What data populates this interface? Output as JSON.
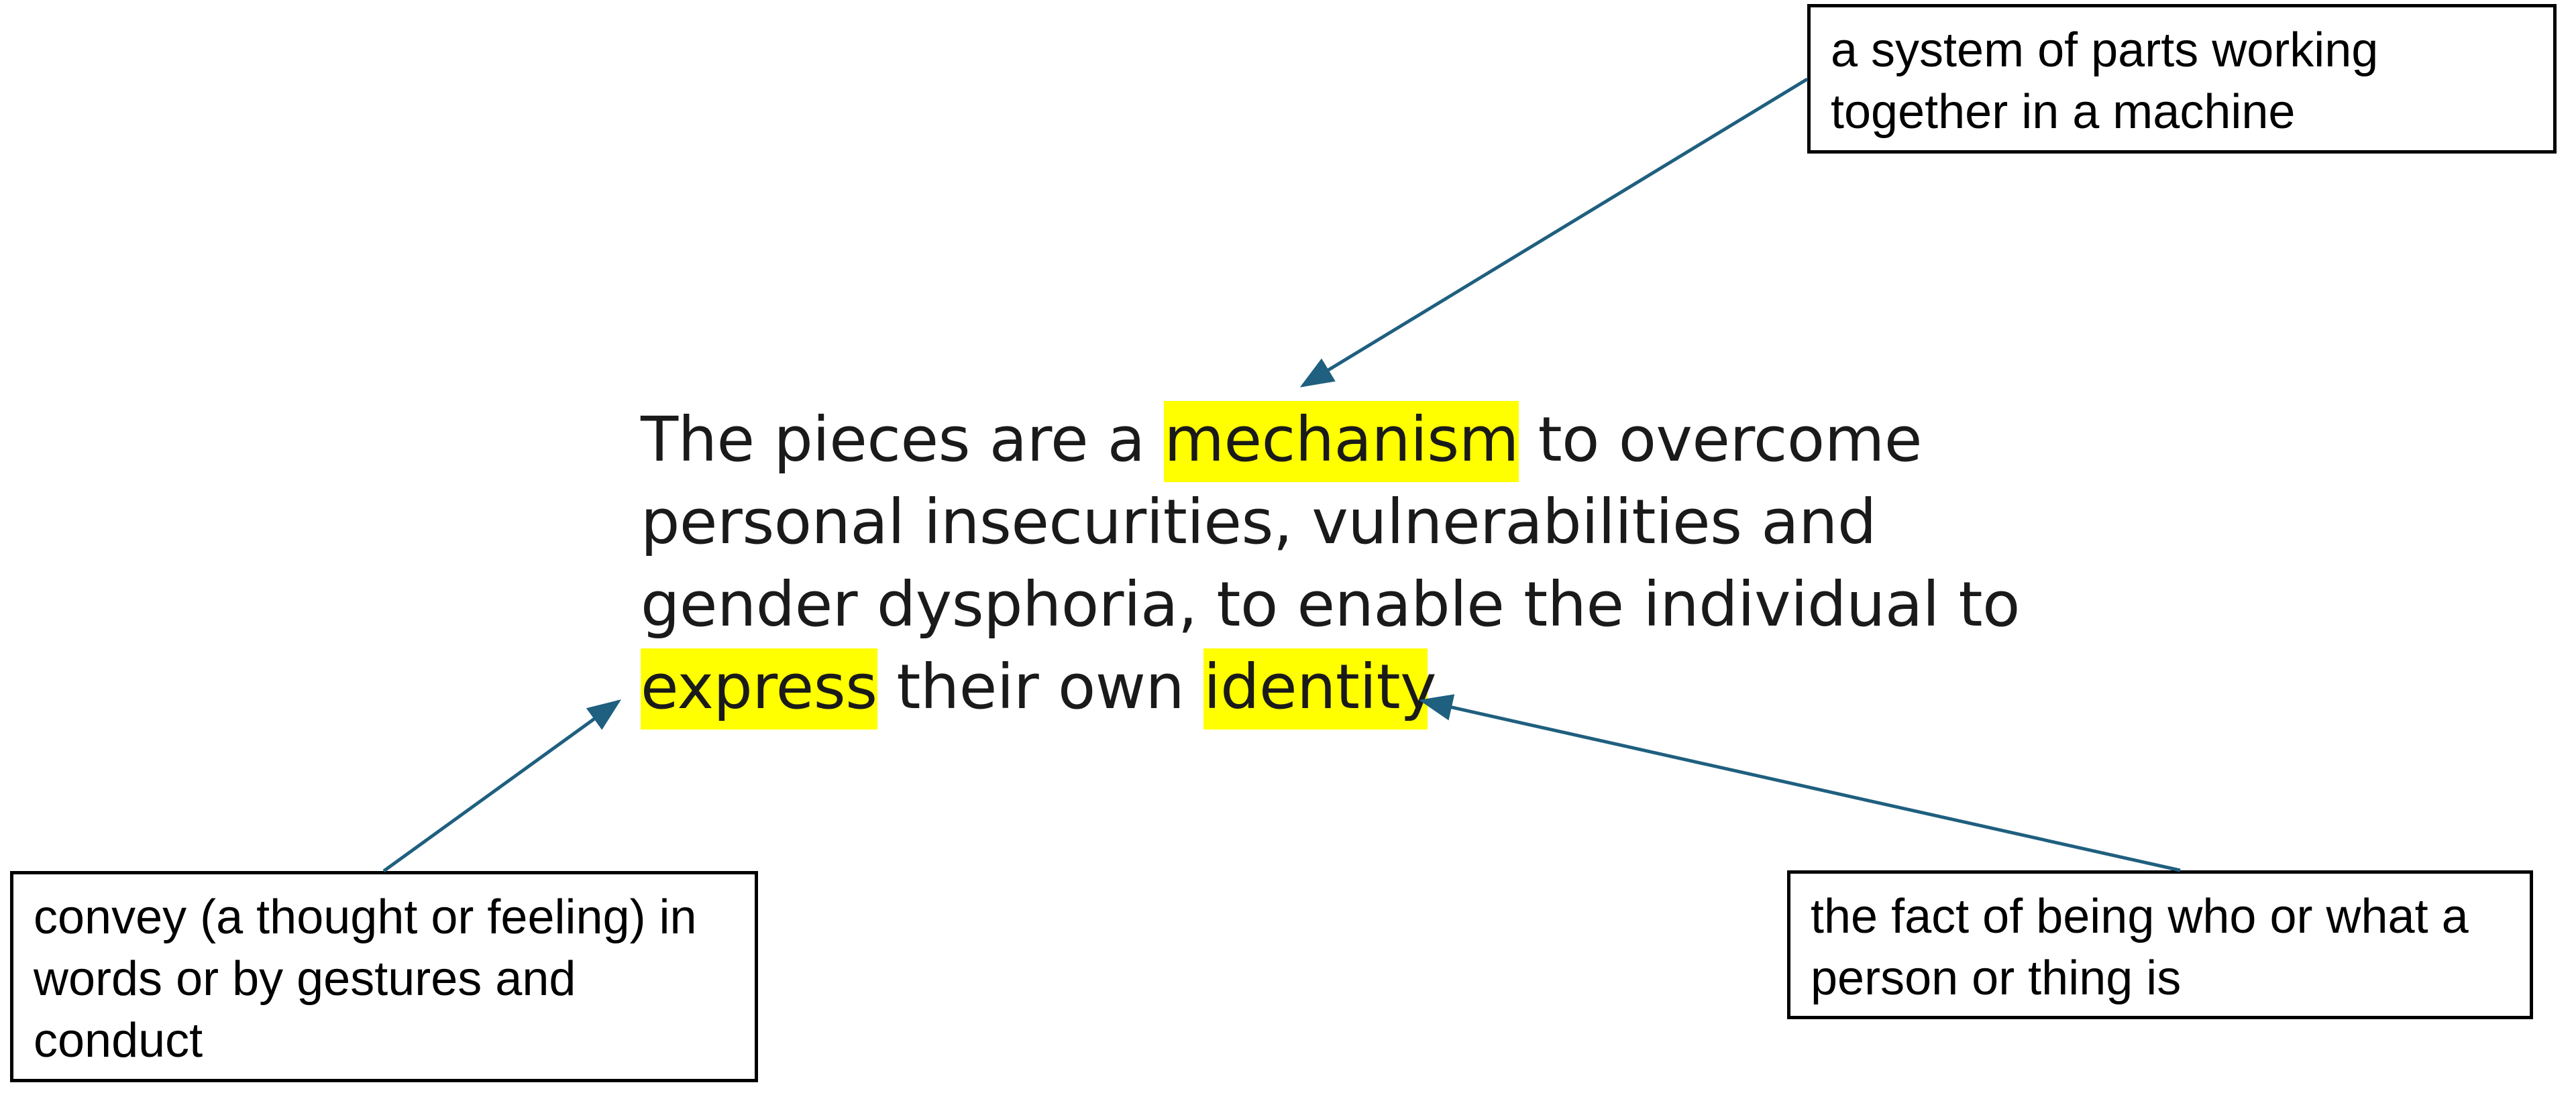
{
  "sentence": {
    "line1": {
      "before": "The pieces are a ",
      "highlight": "mechanism",
      "after": " to overcome"
    },
    "line2": "personal insecurities, vulnerabilities and",
    "line3": "gender dysphoria, to enable the individual to",
    "line4": {
      "highlight1": "express",
      "middle": " their own ",
      "highlight2": "identity",
      "end": "."
    }
  },
  "definitions": {
    "mechanism": "a system of parts working together in a machine",
    "express": "convey (a thought or feeling) in words or by gestures and conduct",
    "identity": "the fact of being who or what a person or thing is"
  },
  "colors": {
    "highlight": "#ffff00",
    "arrow": "#1f5f7f",
    "box_border": "#000000"
  }
}
